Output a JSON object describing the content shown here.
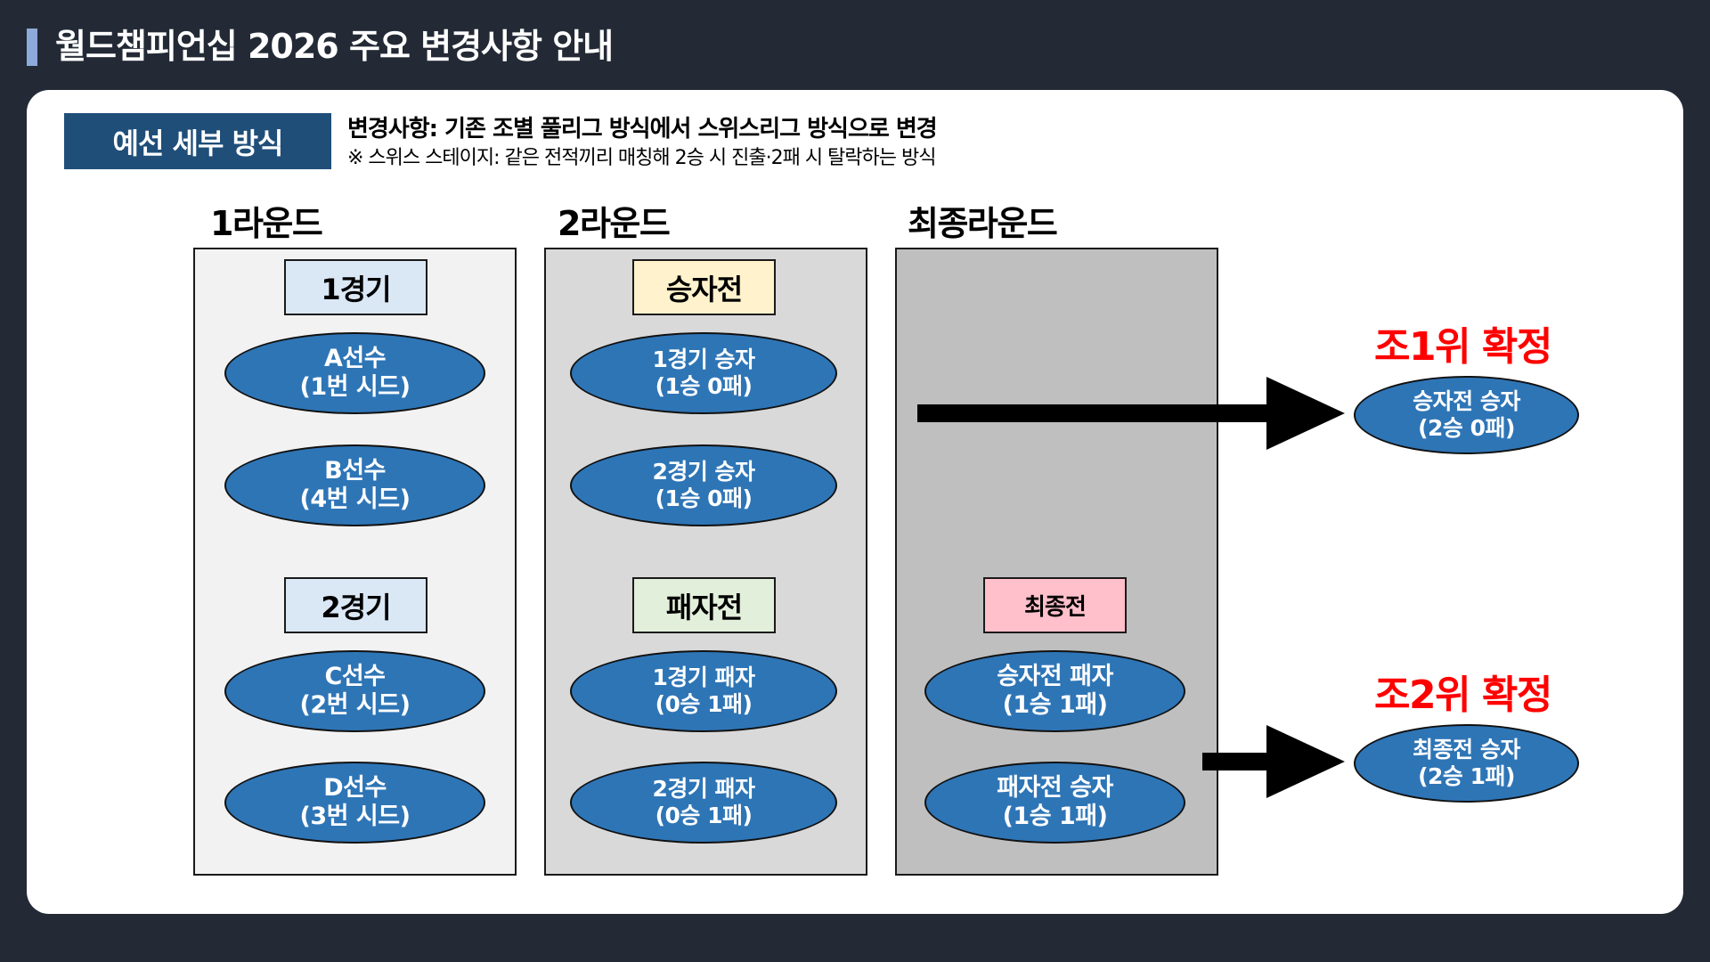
{
  "header": {
    "title": "월드챔피언십 2026 주요 변경사항 안내",
    "accent_color": "#8eaadb"
  },
  "intro": {
    "badge": "예선 세부 방식",
    "change_main": "변경사항: 기존 조별 풀리그 방식에서 스위스리그 방식으로 변경",
    "change_note": "※ 스위스 스테이지: 같은 전적끼리 매칭해 2승 시 진출·2패 시 탈락하는 방식"
  },
  "rounds": [
    {
      "title": "1라운드",
      "groups": [
        {
          "label": "1경기",
          "nodes": [
            {
              "line1": "A선수",
              "line2": "(1번 시드)"
            },
            {
              "line1": "B선수",
              "line2": "(4번 시드)"
            }
          ]
        },
        {
          "label": "2경기",
          "nodes": [
            {
              "line1": "C선수",
              "line2": "(2번 시드)"
            },
            {
              "line1": "D선수",
              "line2": "(3번 시드)"
            }
          ]
        }
      ]
    },
    {
      "title": "2라운드",
      "groups": [
        {
          "label": "승자전",
          "nodes": [
            {
              "line1": "1경기 승자",
              "line2": "(1승 0패)"
            },
            {
              "line1": "2경기 승자",
              "line2": "(1승 0패)"
            }
          ]
        },
        {
          "label": "패자전",
          "nodes": [
            {
              "line1": "1경기 패자",
              "line2": "(0승 1패)"
            },
            {
              "line1": "2경기 패자",
              "line2": "(0승 1패)"
            }
          ]
        }
      ]
    },
    {
      "title": "최종라운드",
      "groups": [
        {
          "label": "최종전",
          "nodes": [
            {
              "line1": "승자전 패자",
              "line2": "(1승 1패)"
            },
            {
              "line1": "패자전 승자",
              "line2": "(1승 1패)"
            }
          ]
        }
      ]
    }
  ],
  "results": [
    {
      "label": "조1위 확정",
      "line1": "승자전 승자",
      "line2": "(2승 0패)"
    },
    {
      "label": "조2위 확정",
      "line1": "최종전 승자",
      "line2": "(2승 1패)"
    }
  ],
  "colors": {
    "background": "#232a36",
    "badge": "#1f4e79",
    "node_fill": "#2e75b6",
    "result_text": "#ff0000",
    "round1_bg": "#f2f2f2",
    "round2_bg": "#d9d9d9",
    "final_bg": "#bfbfbf",
    "match_label": "#dae7f5",
    "winners_label": "#fff2cc",
    "losers_label": "#e2efda",
    "final_label": "#ffc0cb"
  }
}
